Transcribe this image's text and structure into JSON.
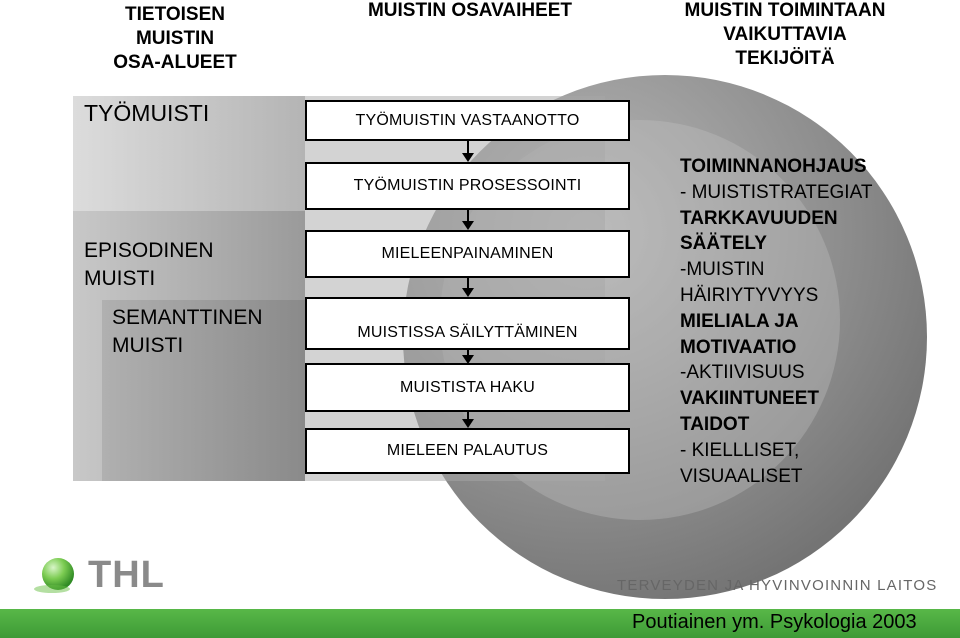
{
  "headers": {
    "col1": [
      "TIETOISEN",
      "MUISTIN",
      "OSA-ALUEET"
    ],
    "col2": [
      "MUISTIN OSAVAIHEET"
    ],
    "col3": [
      "MUISTIN TOIMINTAAN",
      "VAIKUTTAVIA",
      "TEKIJÖITÄ"
    ]
  },
  "left": {
    "working_memory": "TYÖMUISTI",
    "episodic": [
      "EPISODINEN",
      "MUISTI"
    ],
    "semantic": [
      "SEMANTTINEN",
      "MUISTI"
    ]
  },
  "stages": [
    "TYÖMUISTIN VASTAANOTTO",
    "TYÖMUISTIN PROSESSOINTI",
    "MIELEENPAINAMINEN",
    "MUISTISSA  SÄILYTTÄMINEN",
    "MUISTISTA HAKU",
    "MIELEEN PALAUTUS"
  ],
  "factors": [
    {
      "text": "TOIMINNANOHJAUS",
      "bold": true
    },
    {
      "text": "- MUISTISTRATEGIAT",
      "bold": false
    },
    {
      "text": "TARKKAVUUDEN",
      "bold": true
    },
    {
      "text": "SÄÄTELY",
      "bold": true
    },
    {
      "text": "-MUISTIN",
      "bold": false
    },
    {
      "text": "HÄIRIYTYVYYS",
      "bold": false
    },
    {
      "text": "MIELIALA JA",
      "bold": true
    },
    {
      "text": "MOTIVAATIO",
      "bold": true
    },
    {
      "text": "-AKTIIVISUUS",
      "bold": false
    },
    {
      "text": "VAKIINTUNEET",
      "bold": true
    },
    {
      "text": "TAIDOT",
      "bold": true
    },
    {
      "text": "- KIELLLISET,",
      "bold": false
    },
    {
      "text": "VISUAALISET",
      "bold": false
    }
  ],
  "footer": {
    "logo_text": "THL",
    "institute": "TERVEYDEN JA HYVINVOINNIN LAITOS",
    "citation": "Poutiainen ym. Psykologia 2003"
  },
  "colors": {
    "accent_green": "#4aa83e",
    "circle_gray": "#8c8c8c"
  }
}
